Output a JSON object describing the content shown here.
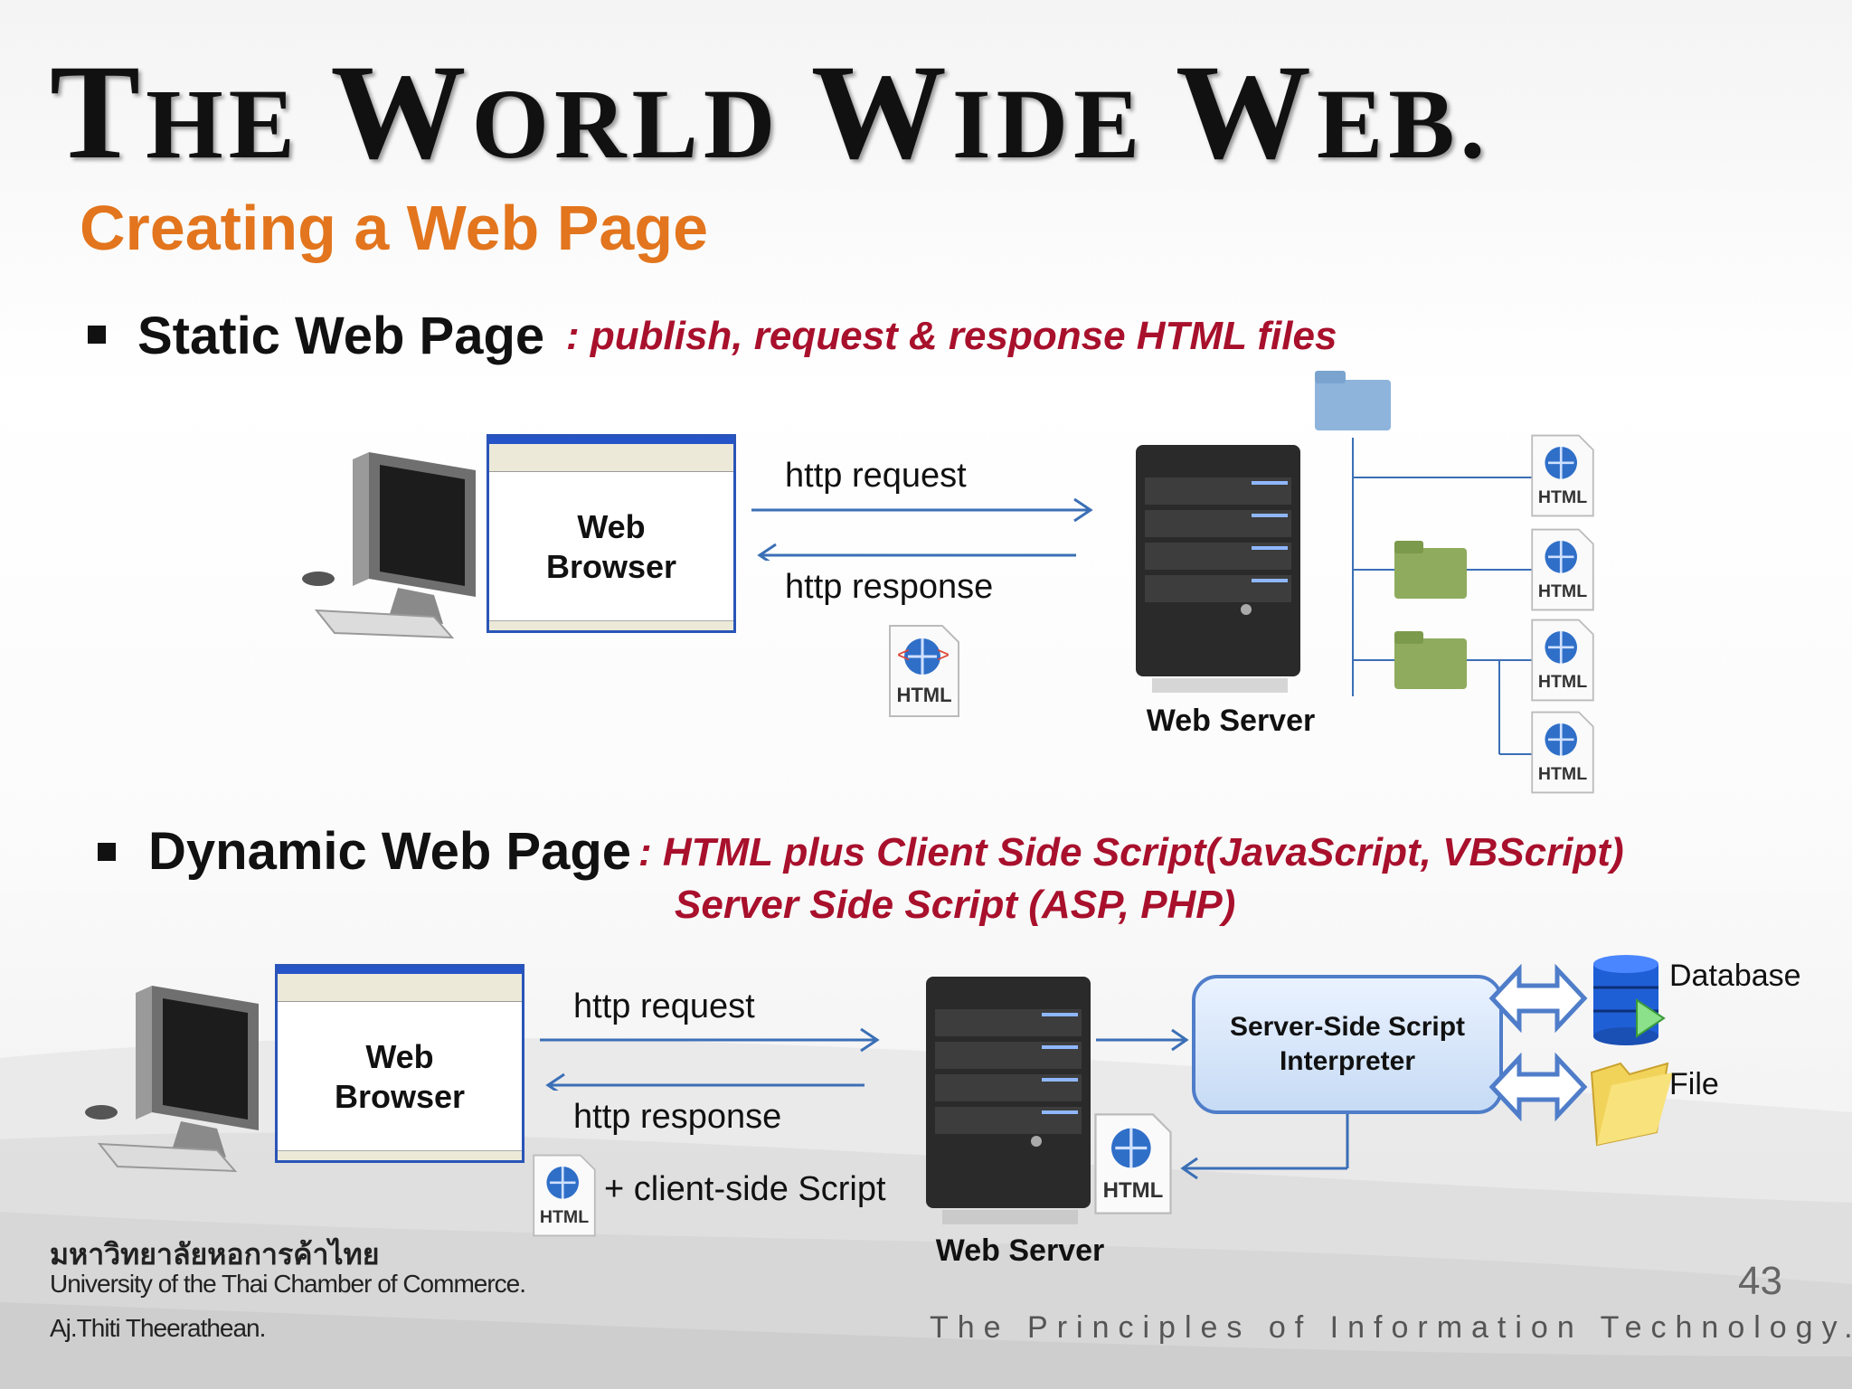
{
  "title": {
    "p1_big": "T",
    "p1_sm": "HE ",
    "p2_big": "W",
    "p2_sm": "ORLD ",
    "p3_big": "W",
    "p3_sm": "IDE ",
    "p4_big": "W",
    "p4_sm": "EB."
  },
  "subtitle": "Creating a Web Page",
  "static": {
    "heading": "Static Web Page",
    "description": ": publish, request & response HTML files",
    "browser_label_1": "Web",
    "browser_label_2": "Browser",
    "request_label": "http  request",
    "response_label": "http  response",
    "server_label": "Web Server",
    "html_icon_text": "HTML"
  },
  "dynamic": {
    "heading": "Dynamic Web Page",
    "description_1": ":  HTML plus Client Side Script(JavaScript, VBScript)",
    "description_2": "Server Side Script (ASP, PHP)",
    "browser_label_1": "Web",
    "browser_label_2": "Browser",
    "request_label": "http  request",
    "response_label": "http  response",
    "client_script_label": "+ client-side Script",
    "server_label": "Web Server",
    "interpreter_label_1": "Server-Side Script",
    "interpreter_label_2": "Interpreter",
    "database_label": "Database",
    "file_label": "File",
    "html_icon_text": "HTML"
  },
  "footer": {
    "university_thai": "มหาวิทยาลัยหอการค้าไทย",
    "university_en": "University of the Thai Chamber of Commerce.",
    "author": "Aj.Thiti   Theerathean.",
    "page_number": "43",
    "course": "The Principles of Information Technology."
  },
  "colors": {
    "accent": "#e2751d",
    "description": "#a8102c",
    "arrow": "#3b6fb6"
  }
}
